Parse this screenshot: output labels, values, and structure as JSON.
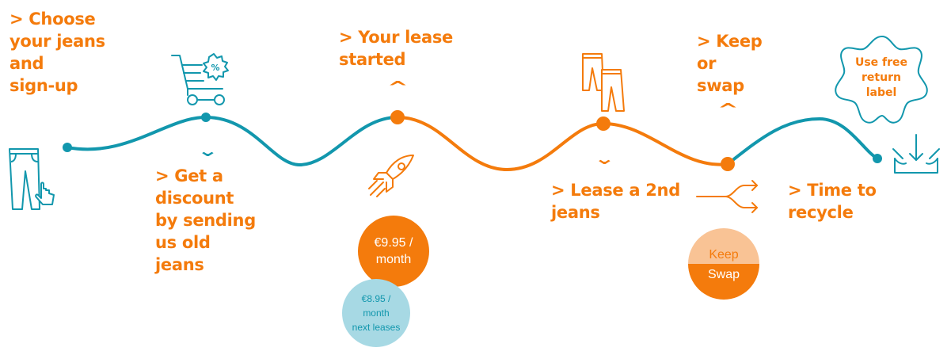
{
  "steps": {
    "choose": {
      "lines": [
        "> Choose",
        "your jeans",
        "and",
        "sign-up"
      ]
    },
    "discount": {
      "lines": [
        "> Get a",
        "discount",
        "by sending",
        "us old",
        "jeans"
      ]
    },
    "lease_started": {
      "lines": [
        "> Your lease",
        "started"
      ]
    },
    "lease_second": {
      "lines": [
        "> Lease a 2nd",
        "jeans"
      ]
    },
    "keep_swap": {
      "lines": [
        "> Keep",
        "or",
        "swap"
      ]
    },
    "recycle": {
      "lines": [
        "> Time to",
        "recycle"
      ]
    }
  },
  "pricing": {
    "first_line1": "€9.95 /",
    "first_line2": "month",
    "next_line1": "€8.95 /",
    "next_line2": "month",
    "next_line3": "next leases"
  },
  "keep_swap_button": {
    "keep": "Keep",
    "swap": "Swap"
  },
  "return_badge": {
    "lines": [
      "Use free",
      "return",
      "label"
    ]
  },
  "icons": {
    "jeans_hand": "jeans-with-hand-icon",
    "cart": "shopping-cart-discount-icon",
    "rocket": "rocket-icon",
    "two_jeans": "two-jeans-icon",
    "fork": "split-arrows-icon",
    "recycle_box": "recycle-drop-icon",
    "badge": "starburst-badge-icon"
  },
  "colors": {
    "teal": "#1297ad",
    "orange": "#f47b0c",
    "light_orange": "#f9c395",
    "light_teal": "#a7d9e4"
  }
}
